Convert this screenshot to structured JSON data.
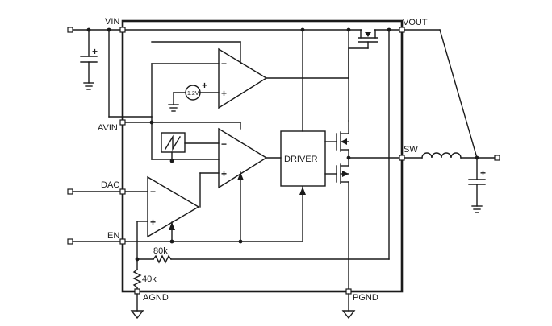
{
  "pins": {
    "vin": "VIN",
    "vout": "VOUT",
    "avin": "AVIN",
    "sw": "SW",
    "dac": "DAC",
    "en": "EN",
    "agnd": "AGND",
    "pgnd": "PGND"
  },
  "blocks": {
    "driver": "DRIVER",
    "reference": "1.2V"
  },
  "resistors": {
    "r_top": "80k",
    "r_bottom": "40k"
  },
  "signs": {
    "plus": "+",
    "minus": "−"
  }
}
